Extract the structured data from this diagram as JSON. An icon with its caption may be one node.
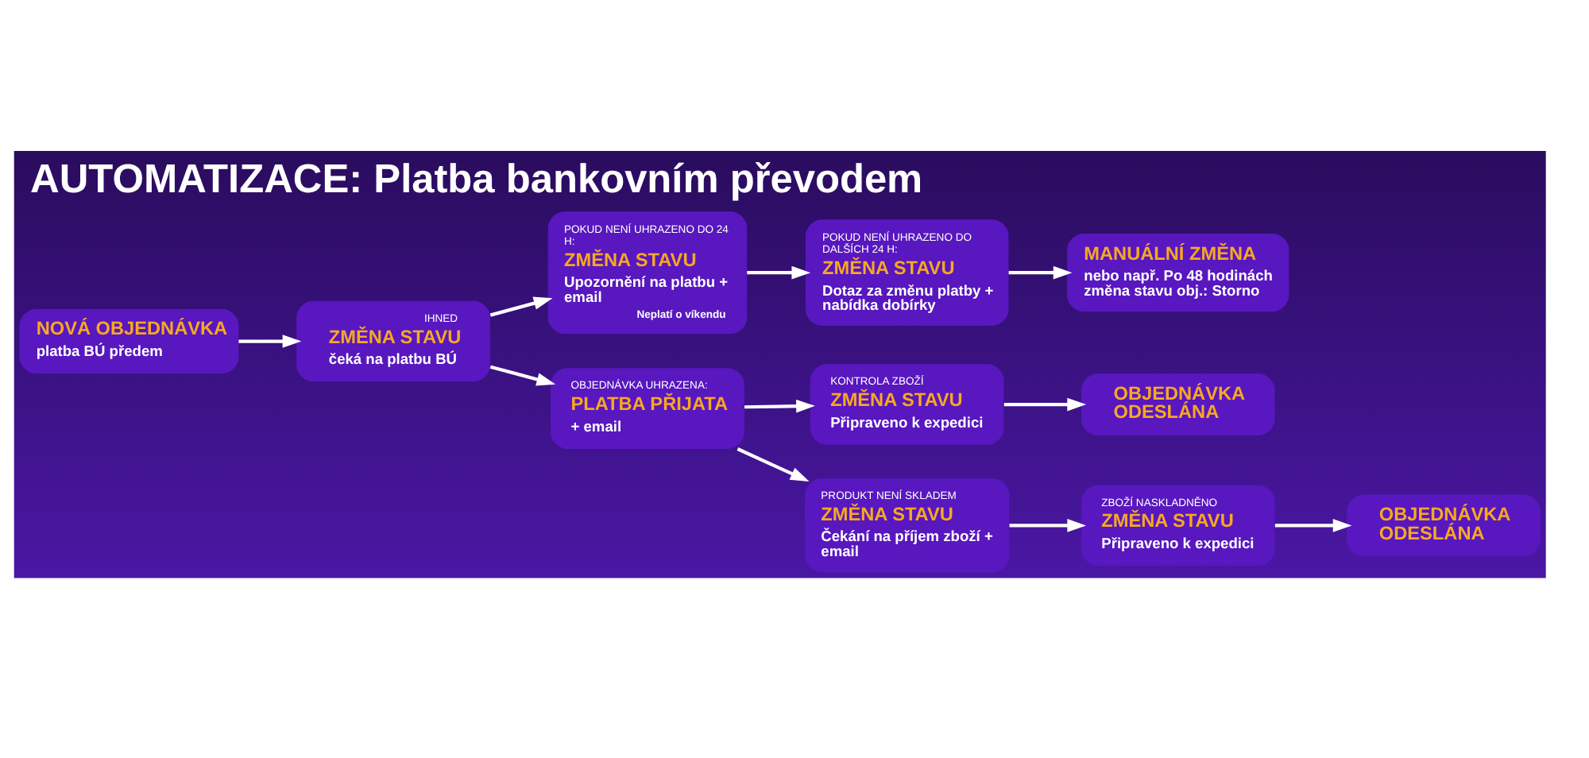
{
  "diagram": {
    "title": "AUTOMATIZACE: Platba bankovním převodem",
    "nodes": [
      {
        "text": [
          "NOVÁ OBJEDNÁVKA",
          "platba BÚ předem"
        ]
      },
      {
        "text": [
          "IHNED",
          "ZMĚNA STAVU",
          "čeká na platbu BÚ"
        ]
      },
      {
        "text": [
          "POKUD NENÍ UHRAZENO DO 24 H:",
          "ZMĚNA STAVU",
          "Upozornění na platbu + email",
          "Neplatí o víkendu"
        ]
      },
      {
        "text": [
          "POKUD NENÍ UHRAZENO DO DALŠÍCH 24 H:",
          "ZMĚNA STAVU",
          "Dotaz za změnu platby + nabídka dobírky"
        ]
      },
      {
        "text": [
          "MANUÁLNÍ ZMĚNA",
          "nebo např. Po 48 hodinách změna stavu obj.: Storno"
        ]
      },
      {
        "text": [
          "OBJEDNÁVKA UHRAZENA:",
          "PLATBA PŘIJATA",
          "+ email"
        ]
      },
      {
        "text": [
          "KONTROLA ZBOŽÍ",
          "ZMĚNA STAVU",
          "Připraveno k expedici"
        ]
      },
      {
        "text": [
          "OBJEDNÁVKA ODESLÁNA"
        ]
      },
      {
        "text": [
          "PRODUKT NENÍ SKLADEM",
          "ZMĚNA STAVU",
          "Čekání na příjem zboží + email"
        ]
      },
      {
        "text": [
          "ZBOŽÍ NASKLADNĚNO",
          "ZMĚNA STAVU",
          "Připraveno k expedici"
        ]
      },
      {
        "text": [
          "OBJEDNÁVKA ODESLÁNA"
        ]
      }
    ],
    "edges": [
      {
        "from": 0,
        "to": 1,
        "arrow": "to"
      },
      {
        "from": 1,
        "to": 2,
        "arrow": "to"
      },
      {
        "from": 1,
        "to": 5,
        "arrow": "to"
      },
      {
        "from": 2,
        "to": 3,
        "arrow": "to"
      },
      {
        "from": 3,
        "to": 4,
        "arrow": "to"
      },
      {
        "from": 5,
        "to": 6,
        "arrow": "to"
      },
      {
        "from": 5,
        "to": 8,
        "arrow": "to"
      },
      {
        "from": 6,
        "to": 7,
        "arrow": "to"
      },
      {
        "from": 8,
        "to": 9,
        "arrow": "to"
      },
      {
        "from": 9,
        "to": 10,
        "arrow": "to"
      }
    ]
  }
}
